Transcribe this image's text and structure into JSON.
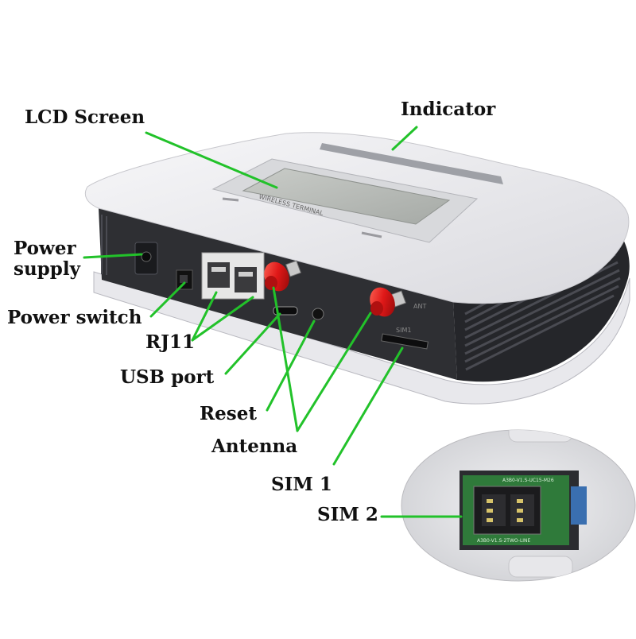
{
  "labels": {
    "lcd_screen": "LCD Screen",
    "indicator": "Indicator",
    "power_supply": "Power\nsupply",
    "power_switch": "Power switch",
    "rj11": "RJ11",
    "usb_port": "USB port",
    "reset": "Reset",
    "antenna": "Antenna",
    "sim1": "SIM 1",
    "sim2": "SIM 2"
  },
  "device_markings": {
    "lcd_caption": "WIRELESS TERMINAL",
    "sim1_small": "SIM1",
    "ant_small": "ANT",
    "pcb_top": "A3B0-V1.S-UC15-M26",
    "pcb_bottom": "A3B0-V1.S-2TWO-LINE"
  },
  "colors": {
    "leader_line": "#22c22a",
    "case_white": "#f1f1f3",
    "case_dark": "#2e2f33",
    "antenna_red": "#e01818",
    "pcb_green": "#2f7a3a"
  }
}
